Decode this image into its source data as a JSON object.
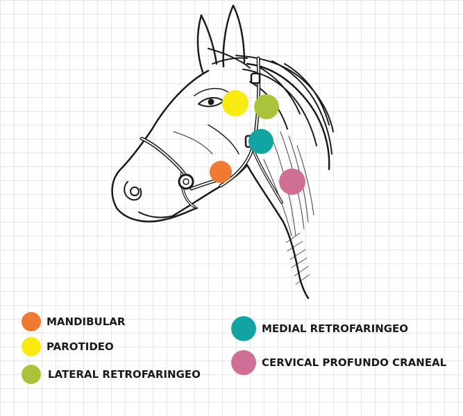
{
  "colors": {
    "mandibular": "#ee7a33",
    "parotideo": "#f9ea12",
    "lateral_retrofaringeo": "#a9c43b",
    "medial_retrofaringeo": "#12a3a3",
    "cervical_profundo_craneal": "#d06f95",
    "ink": "#1a1a1a"
  },
  "legend": {
    "mandibular": "MANDIBULAR",
    "parotideo": "PAROTIDEO",
    "lateral_retrofaringeo": "LATERAL RETROFARINGEO",
    "medial_retrofaringeo": "MEDIAL RETROFARINGEO",
    "cervical_profundo_craneal": "CERVICAL PROFUNDO CRANEAL"
  },
  "icons": {
    "illustration": "horse-head-with-halter"
  }
}
